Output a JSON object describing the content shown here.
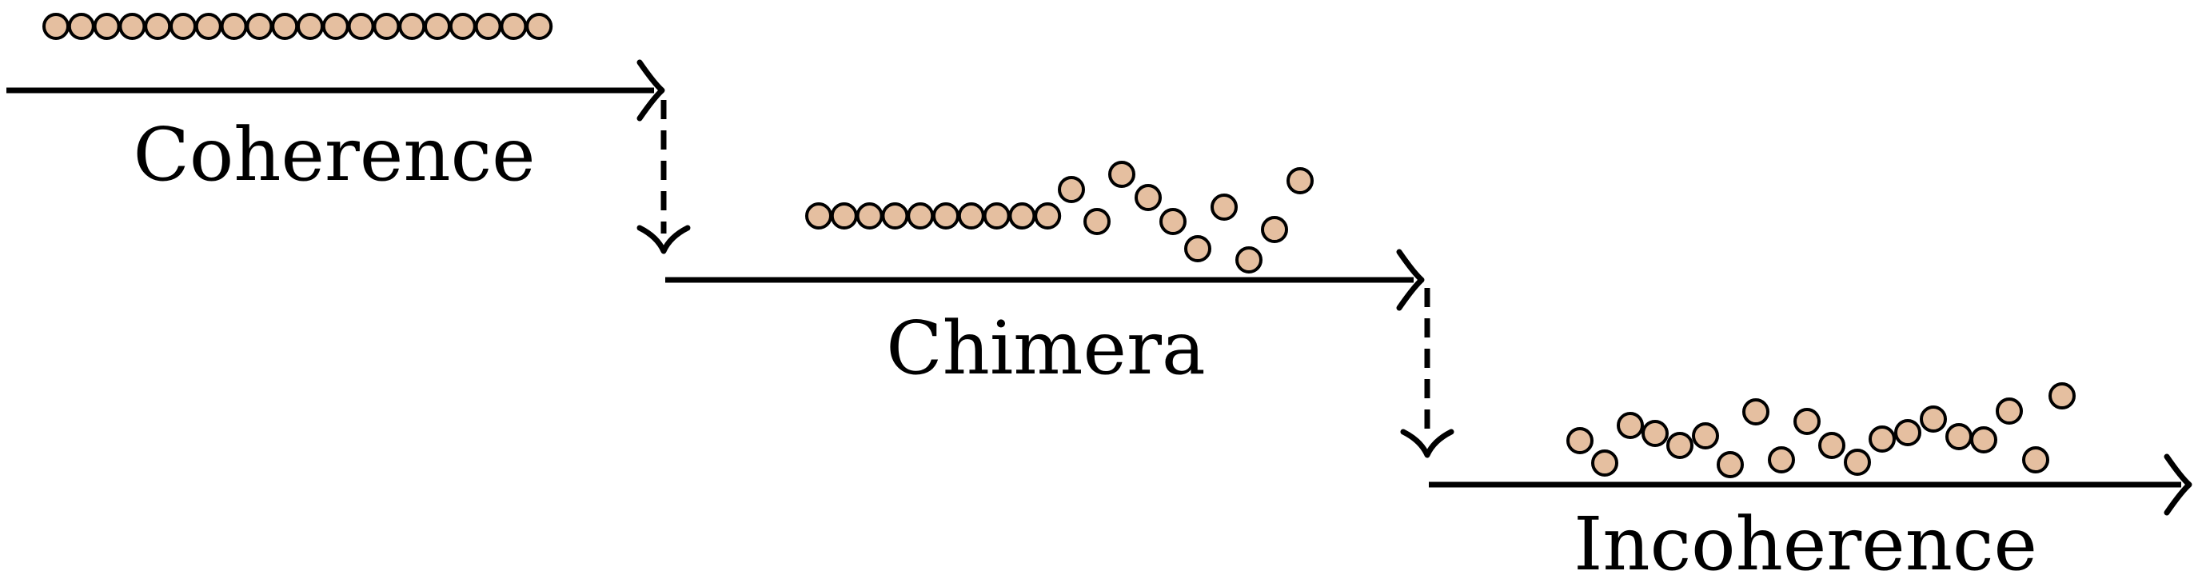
{
  "colors": {
    "oscillator_fill": "#E5BFA0",
    "stroke": "#000000",
    "background": "#ffffff"
  },
  "stages": [
    {
      "id": "coherence",
      "label": "Coherence"
    },
    {
      "id": "chimera",
      "label": "Chimera"
    },
    {
      "id": "incoherence",
      "label": "Incoherence"
    }
  ],
  "transitions": [
    {
      "from": "coherence",
      "to": "chimera",
      "style": "dashed-arrow-down"
    },
    {
      "from": "chimera",
      "to": "incoherence",
      "style": "dashed-arrow-down"
    }
  ]
}
